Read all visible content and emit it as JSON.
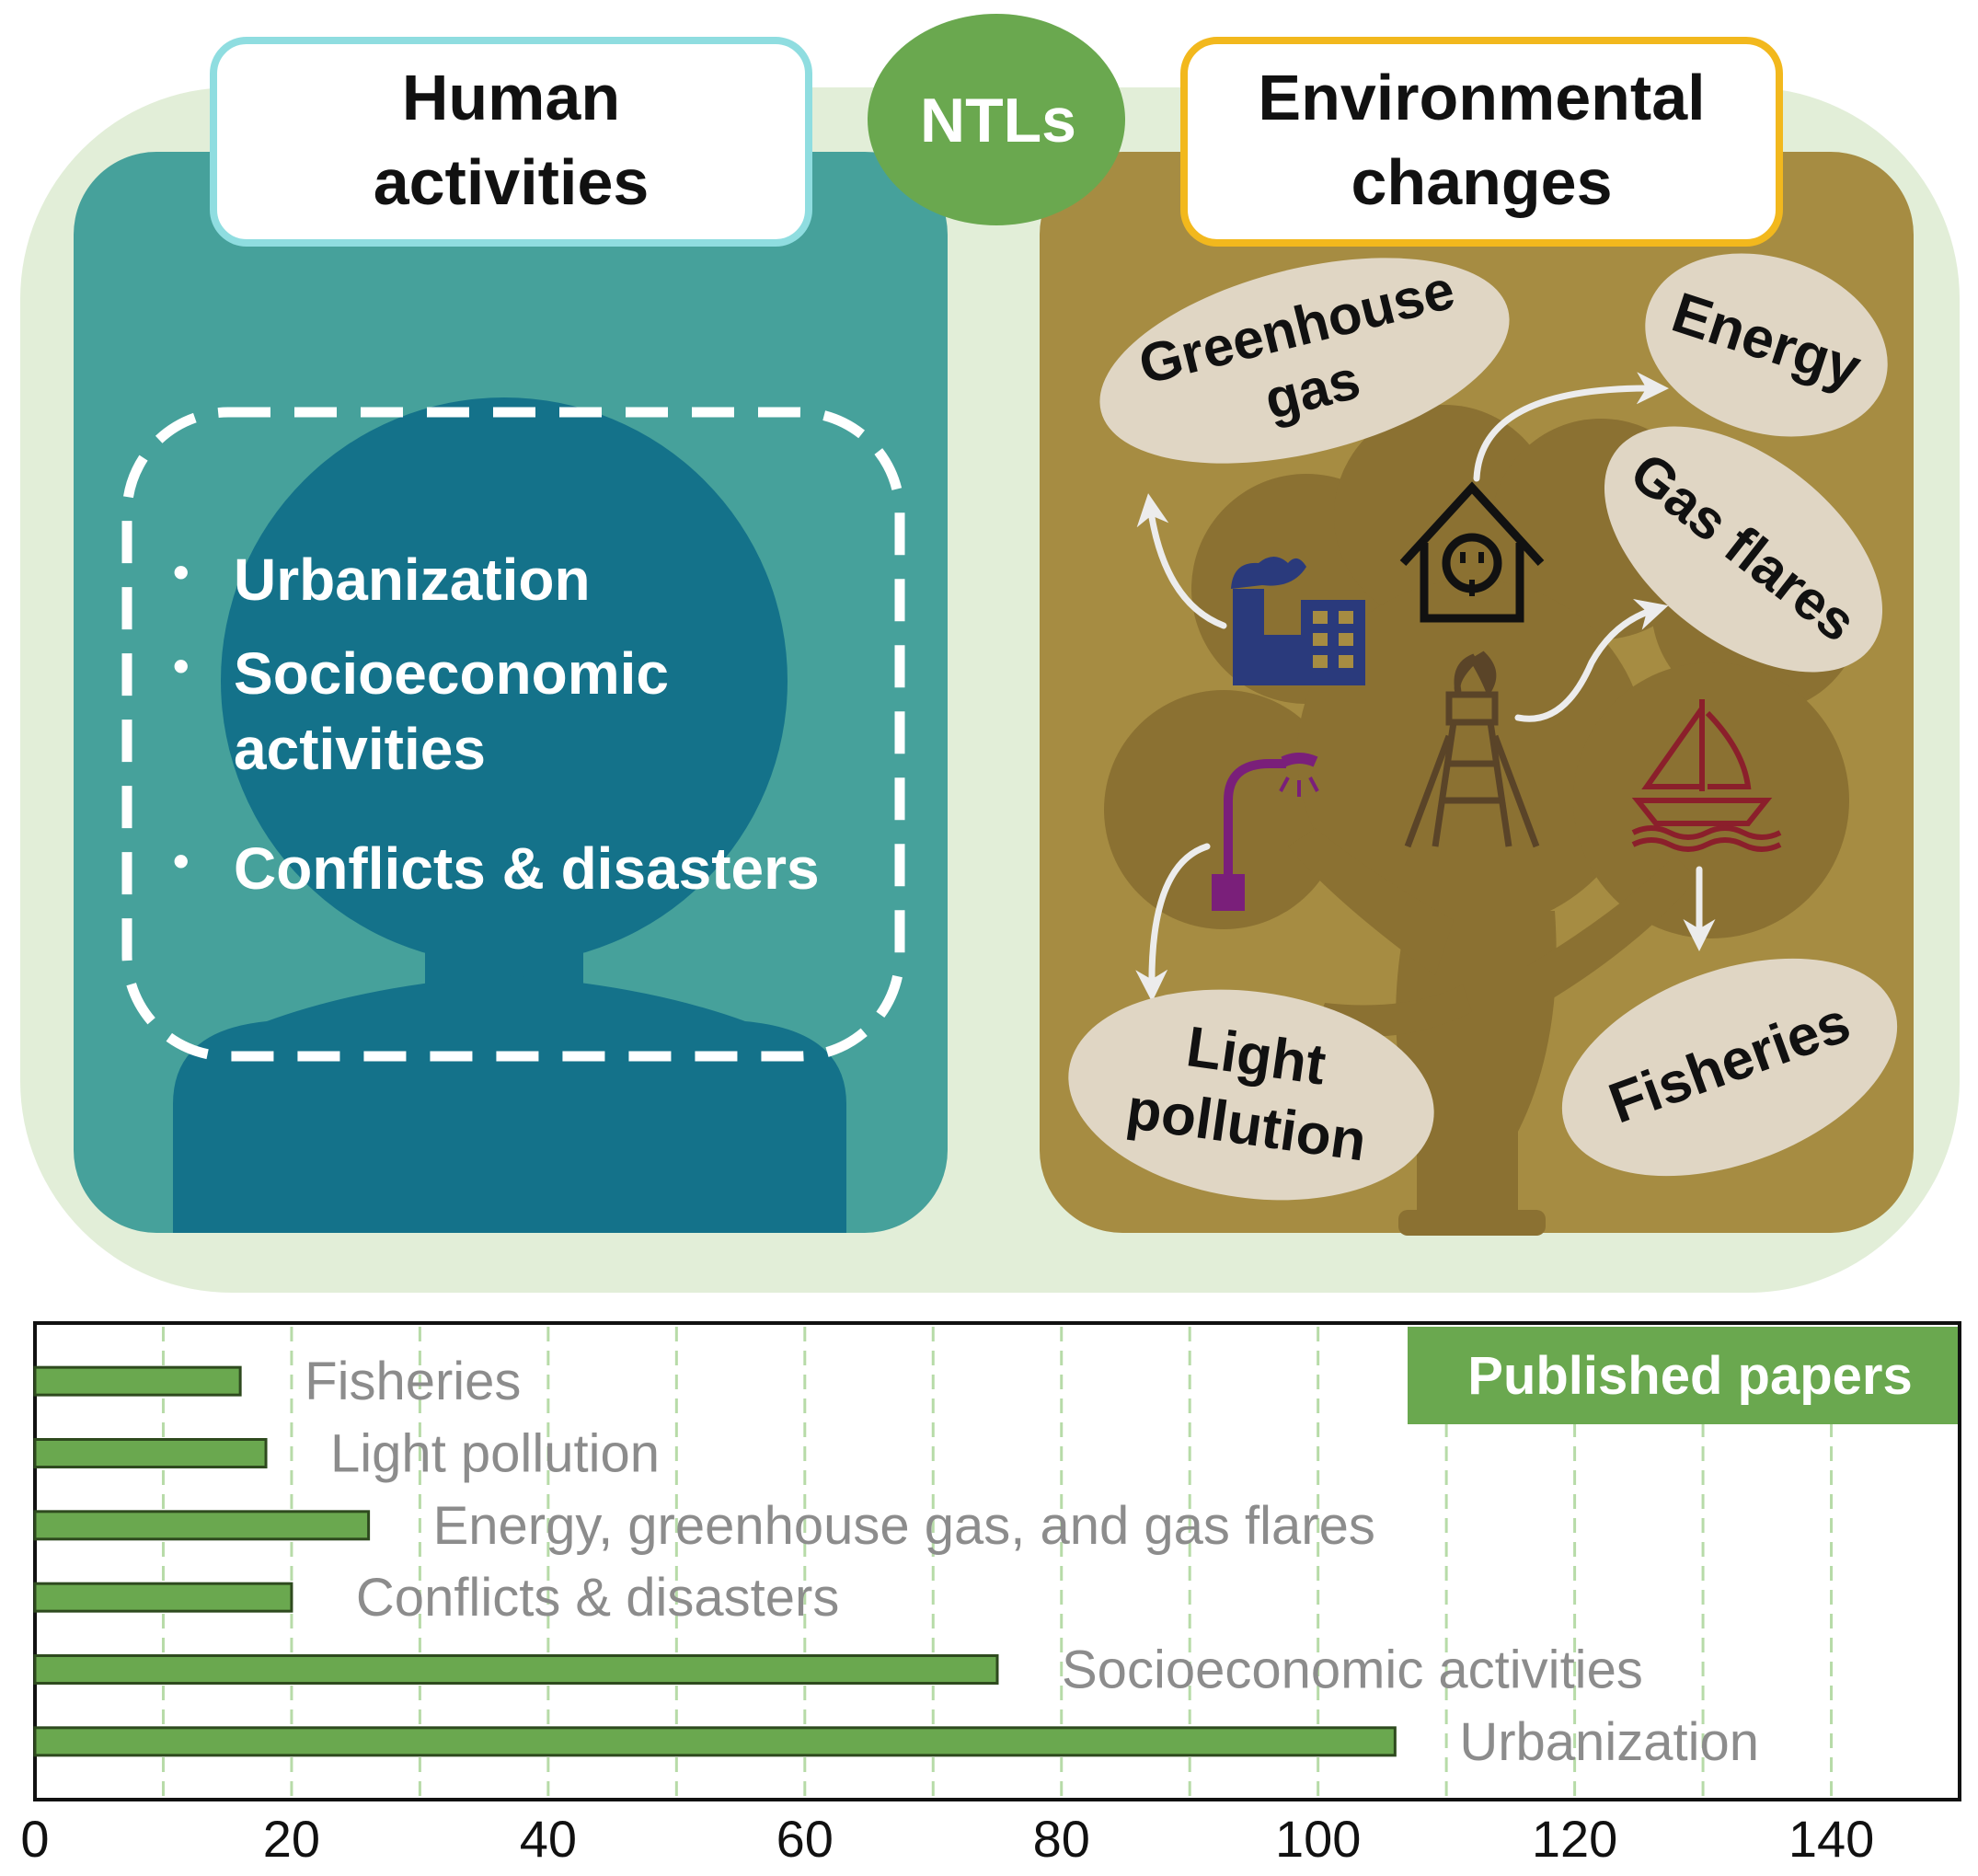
{
  "diagram": {
    "human_title": [
      "Human",
      "activities"
    ],
    "center_badge": "NTLs",
    "env_title": [
      "Environmental",
      "changes"
    ],
    "human_items": [
      "Urbanization",
      "Socioeconomic activities",
      "Conflicts & disasters"
    ],
    "env_items": {
      "greenhouse": [
        "Greenhouse",
        "gas"
      ],
      "energy": "Energy",
      "gas_flares": "Gas flares",
      "light_pollution": [
        "Light",
        "pollution"
      ],
      "fisheries": "Fisheries"
    },
    "icons": [
      "factory-icon",
      "house-plug-icon",
      "gas-flare-tower-icon",
      "street-lamp-icon",
      "sailboat-icon"
    ],
    "colors": {
      "outer_bg": "#e2eed8",
      "human_panel": "#46a19b",
      "human_silhouette": "#14728a",
      "env_panel": "#a68c42",
      "env_tree": "#8b7132",
      "badge": "#6aa84f",
      "human_title_border": "#8fdde0",
      "env_title_border": "#f2b81d",
      "ellipse_fill": "#e0d6c4"
    }
  },
  "chart_data": {
    "type": "bar",
    "orientation": "horizontal",
    "title": "Published papers",
    "categories": [
      "Fisheries",
      "Light pollution",
      "Energy, greenhouse gas, and gas flares",
      "Conflicts & disasters",
      "Socioeconomic activities",
      "Urbanization"
    ],
    "values": [
      16,
      18,
      26,
      20,
      75,
      106
    ],
    "xlim": [
      0,
      150
    ],
    "xticks": [
      0,
      20,
      40,
      60,
      80,
      100,
      120,
      140
    ],
    "grid": "vertical dashed every 10",
    "bar_color": "#6aa84f",
    "label_color": "#8c8c8c"
  }
}
